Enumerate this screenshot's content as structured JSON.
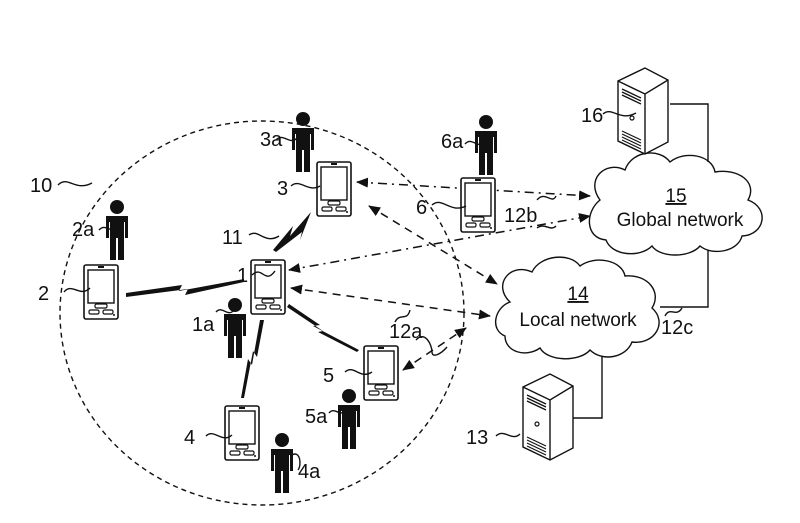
{
  "diagram": {
    "type": "network-diagram",
    "area_label": "10",
    "wireless_link_label": "11",
    "link_labels": {
      "local": "12a",
      "global": "12b",
      "wired": "12c"
    },
    "devices": [
      {
        "id": "1",
        "user": "1a"
      },
      {
        "id": "2",
        "user": "2a"
      },
      {
        "id": "3",
        "user": "3a"
      },
      {
        "id": "4",
        "user": "4a"
      },
      {
        "id": "5",
        "user": "5a"
      },
      {
        "id": "6",
        "user": "6a"
      }
    ],
    "networks": [
      {
        "id": "14",
        "name": "Local network"
      },
      {
        "id": "15",
        "name": "Global network"
      }
    ],
    "servers": [
      {
        "id": "13"
      },
      {
        "id": "16"
      }
    ],
    "connections": [
      {
        "from": "1",
        "to": "2",
        "kind": "wireless"
      },
      {
        "from": "1",
        "to": "3",
        "kind": "wireless"
      },
      {
        "from": "1",
        "to": "4",
        "kind": "wireless"
      },
      {
        "from": "1",
        "to": "5",
        "kind": "wireless"
      },
      {
        "from": "1",
        "to": "14",
        "kind": "dashed"
      },
      {
        "from": "3",
        "to": "14",
        "kind": "dashed"
      },
      {
        "from": "5",
        "to": "14",
        "kind": "dashed"
      },
      {
        "from": "1",
        "to": "15",
        "kind": "dash-dot"
      },
      {
        "from": "3",
        "to": "15",
        "kind": "dash-dot"
      },
      {
        "from": "14",
        "to": "15",
        "kind": "wired"
      },
      {
        "from": "13",
        "to": "14",
        "kind": "wired"
      },
      {
        "from": "16",
        "to": "15",
        "kind": "wired"
      }
    ]
  }
}
